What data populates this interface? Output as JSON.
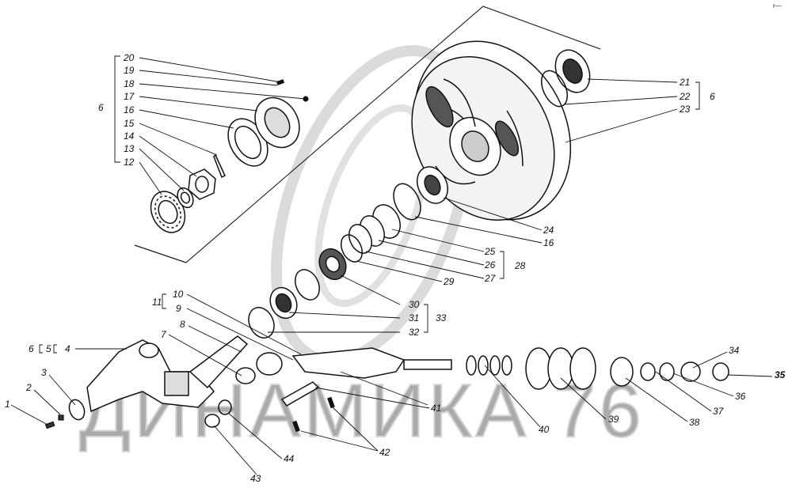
{
  "corner_mark": "r—",
  "watermark": "ДИНАМИКА 76",
  "callouts": {
    "c1": "1",
    "c2": "2",
    "c3": "3",
    "c4": "4",
    "c5": "5",
    "c6a": "6",
    "c6b": "6",
    "c6c": "6",
    "c7": "7",
    "c8": "8",
    "c9": "9",
    "c10": "10",
    "c11": "11",
    "c12": "12",
    "c13": "13",
    "c14": "14",
    "c15": "15",
    "c16a": "16",
    "c16b": "16",
    "c17": "17",
    "c18": "18",
    "c19": "19",
    "c20": "20",
    "c21": "21",
    "c22": "22",
    "c23": "23",
    "c24": "24",
    "c25": "25",
    "c26": "26",
    "c27": "27",
    "c28": "28",
    "c29": "29",
    "c30": "30",
    "c31": "31",
    "c32": "32",
    "c33": "33",
    "c34": "34",
    "c35": "35",
    "c36": "36",
    "c37": "37",
    "c38": "38",
    "c39": "39",
    "c40": "40",
    "c41": "41",
    "c42": "42",
    "c43": "43",
    "c44": "44"
  }
}
